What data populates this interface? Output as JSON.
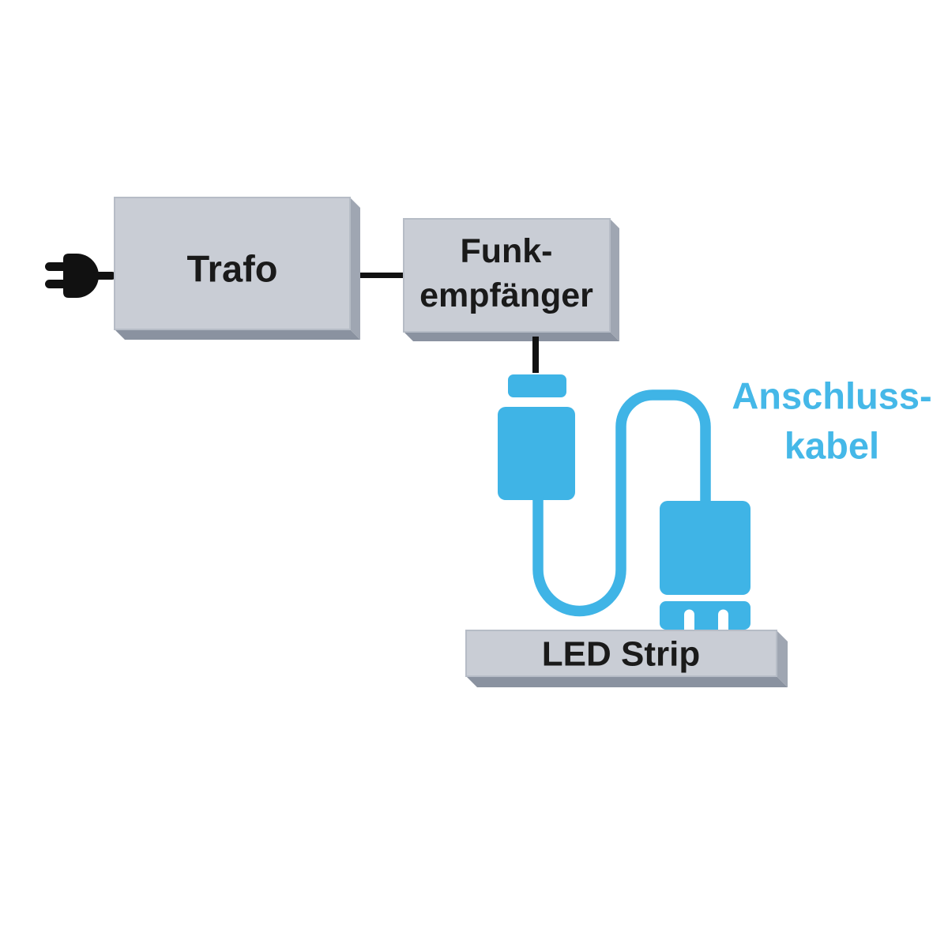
{
  "title": "LED Strip wiring diagram",
  "colors": {
    "background": "#ffffff",
    "box_face": "#c9cdd5",
    "box_edge": "#b6bcc6",
    "bevel_bottom": "#8a92a0",
    "bevel_right": "#9fa6b2",
    "accent_blue": "#3fb4e6",
    "accent_text": "#45b8e8",
    "wire_black": "#111111",
    "label_black": "#1a1a1a"
  },
  "icons": {
    "power_plug_icon": "black AC mains plug, prongs facing left, short cord into Trafo box"
  },
  "diagram": {
    "trafo_box": {
      "label": "Trafo"
    },
    "funk_box": {
      "label_line1": "Funk-",
      "label_line2": "empfänger"
    },
    "cable_label": {
      "line1": "Anschluss-",
      "line2": "kabel"
    },
    "led_bar": {
      "label": "LED Strip"
    }
  }
}
